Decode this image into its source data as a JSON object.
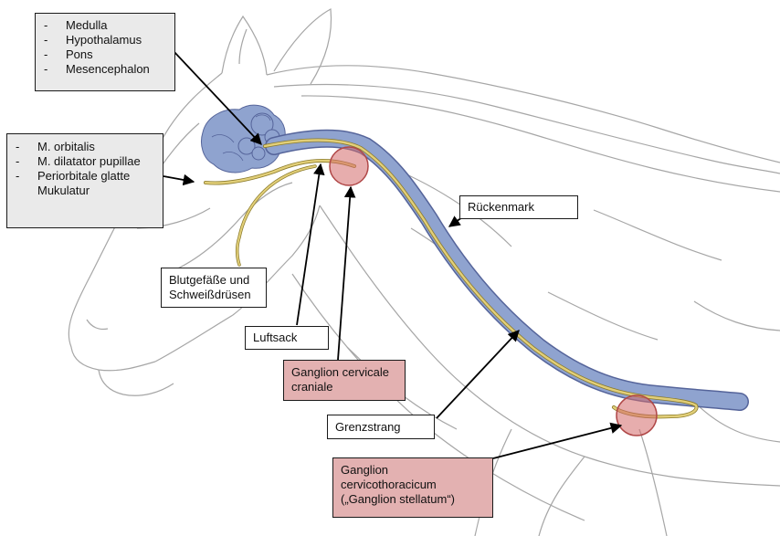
{
  "labels": {
    "brain_regions": [
      "Medulla",
      "Hypothalamus",
      "Pons",
      "Mesencephalon"
    ],
    "eye_targets": [
      "M. orbitalis",
      "M. dilatator pupillae",
      "Periorbitale glatte Mukulatur"
    ],
    "rueckenmark": "Rückenmark",
    "blutgefaesse": [
      "Blutgefäße und",
      "Schweißdrüsen"
    ],
    "luftsack": "Luftsack",
    "ganglion_cervicale": [
      "Ganglion cervicale",
      "craniale"
    ],
    "grenzstrang": "Grenzstrang",
    "ganglion_stellatum": [
      "Ganglion",
      "cervicothoracicum",
      "(„Ganglion stellatum“)"
    ]
  },
  "colors": {
    "spinal_cord": "#8fa3cf",
    "spinal_cord_edge": "#55649a",
    "nerve": "#e2cf79",
    "ganglion": "#d46a6a",
    "outline": "#a6a6a6",
    "pink_box": "#e3b1b1",
    "gray_box": "#eaeaea"
  },
  "icons": [
    "horse-head-neck-outline-drawing",
    "brain-icon",
    "ganglion-circle-icon",
    "pointer-arrow-icon"
  ]
}
